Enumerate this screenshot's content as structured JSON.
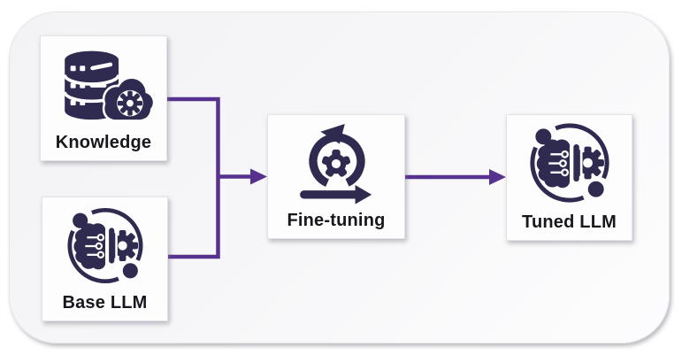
{
  "diagram": {
    "nodes": {
      "knowledge": {
        "label": "Knowledge",
        "icon": "database-gear-icon"
      },
      "base_llm": {
        "label": "Base LLM",
        "icon": "ai-brain-gear-icon"
      },
      "fine_tuning": {
        "label": "Fine-tuning",
        "icon": "iteration-loop-gear-icon"
      },
      "tuned_llm": {
        "label": "Tuned LLM",
        "icon": "ai-brain-gear-icon"
      }
    },
    "edges": [
      {
        "from": "knowledge",
        "to": "fine_tuning"
      },
      {
        "from": "base_llm",
        "to": "fine_tuning"
      },
      {
        "from": "fine_tuning",
        "to": "tuned_llm"
      }
    ],
    "colors": {
      "connector": "#56318e",
      "icon": "#2f2a4f",
      "label": "#17171d",
      "node_background": "#fdfdfe",
      "canvas_background": "#f4f4f6"
    }
  }
}
